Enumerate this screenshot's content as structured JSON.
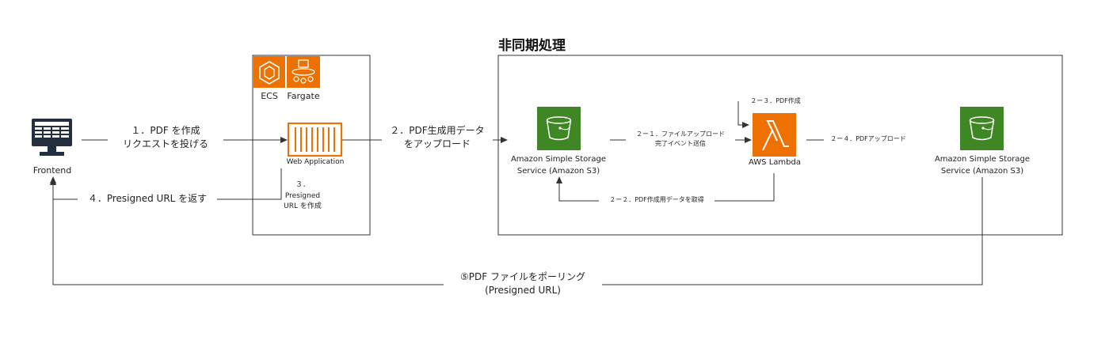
{
  "group": {
    "async_title": "非同期処理"
  },
  "nodes": {
    "frontend": {
      "label": "Frontend",
      "icon": "monitor-icon"
    },
    "ecs": {
      "label": "ECS",
      "icon": "ecs-icon"
    },
    "fargate": {
      "label": "Fargate",
      "icon": "fargate-icon"
    },
    "webapp": {
      "label": "Web Application",
      "icon": "container-icon"
    },
    "s3_source": {
      "label_line1": "Amazon Simple Storage",
      "label_line2": "Service (Amazon S3)",
      "icon": "s3-bucket-icon"
    },
    "lambda": {
      "label": "AWS Lambda",
      "icon": "lambda-icon"
    },
    "s3_dest": {
      "label_line1": "Amazon Simple Storage",
      "label_line2": "Service (Amazon S3)",
      "icon": "s3-bucket-icon"
    }
  },
  "edges": {
    "step1": {
      "line1": "１．PDF を作成",
      "line2": "リクエストを投げる"
    },
    "step2": {
      "line1": "２．PDF生成用データ",
      "line2": "をアップロード"
    },
    "step3": {
      "line1": "３．",
      "line2": "Presigned",
      "line3": "URL を作成"
    },
    "step4": {
      "text": "４．Presigned URL を返す"
    },
    "step2_1": {
      "line1": "２ー１．ファイルアップロード",
      "line2": "完了イベント送信"
    },
    "step2_2": {
      "text": "２ー２．PDF作成用データを取得"
    },
    "step2_3": {
      "text": "２ー３．PDF作成"
    },
    "step2_4": {
      "text": "２ー４．PDFアップロード"
    },
    "step5": {
      "line1": "⑤PDF ファイルをポーリング",
      "line2": "(Presigned URL)"
    }
  },
  "colors": {
    "aws_orange": "#ED7100",
    "s3_green": "#3F8624",
    "line": "#333333",
    "frontend_dark": "#232F3E"
  }
}
